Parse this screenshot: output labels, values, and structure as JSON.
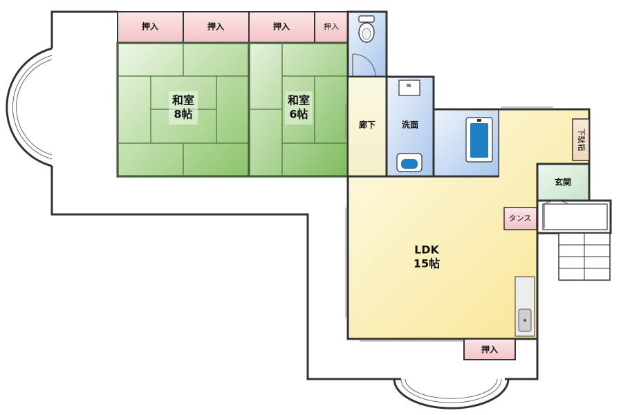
{
  "rooms": {
    "washitsu_8": {
      "name": "和室",
      "size": "8帖"
    },
    "washitsu_6": {
      "name": "和室",
      "size": "6帖"
    },
    "ldk": {
      "name": "LDK",
      "size": "15帖"
    },
    "hallway": {
      "name": "廊下"
    },
    "washroom": {
      "name": "洗面"
    },
    "entrance": {
      "name": "玄関"
    },
    "shoe_box": {
      "name": "下駄箱"
    },
    "tansu": {
      "name": "タンス"
    }
  },
  "closets": [
    {
      "label": "押入"
    },
    {
      "label": "押入"
    },
    {
      "label": "押入"
    },
    {
      "label": "押入"
    },
    {
      "label": "押入"
    }
  ],
  "colors": {
    "tatami": "#a9d68c",
    "tatami_light": "#dff0cf",
    "closet": "#f6cfd2",
    "wet_area": "#bcd3f0",
    "ldk_floor": "#fbefb8",
    "entrance": "#d4ead7",
    "wall": "#333333"
  }
}
